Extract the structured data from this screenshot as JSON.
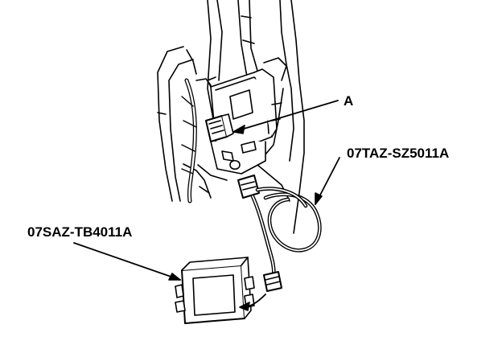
{
  "labels": {
    "connector": "A",
    "harness_tool": "07TAZ-SZ5011A",
    "test_box_tool": "07SAZ-TB4011A"
  },
  "colors": {
    "ink": "#000000",
    "paper": "#ffffff"
  }
}
